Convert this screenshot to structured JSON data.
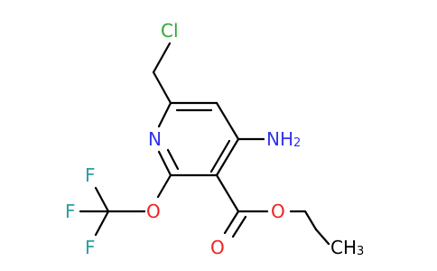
{
  "structure": {
    "atoms": {
      "cl": "Cl",
      "n_ring": "N",
      "nh2_main": "NH",
      "nh2_sub": "2",
      "o_ether": "O",
      "f_top": "F",
      "f_left": "F",
      "f_bottom": "F",
      "o_carbonyl": "O",
      "o_ester": "O",
      "ch3_main": "CH",
      "ch3_sub": "3"
    },
    "colors": {
      "bond": "#000000",
      "chlorine": "#2ea82e",
      "nitrogen": "#3333ee",
      "oxygen": "#ee2222",
      "fluorine": "#2e9e9e",
      "carbon": "#000000"
    }
  }
}
